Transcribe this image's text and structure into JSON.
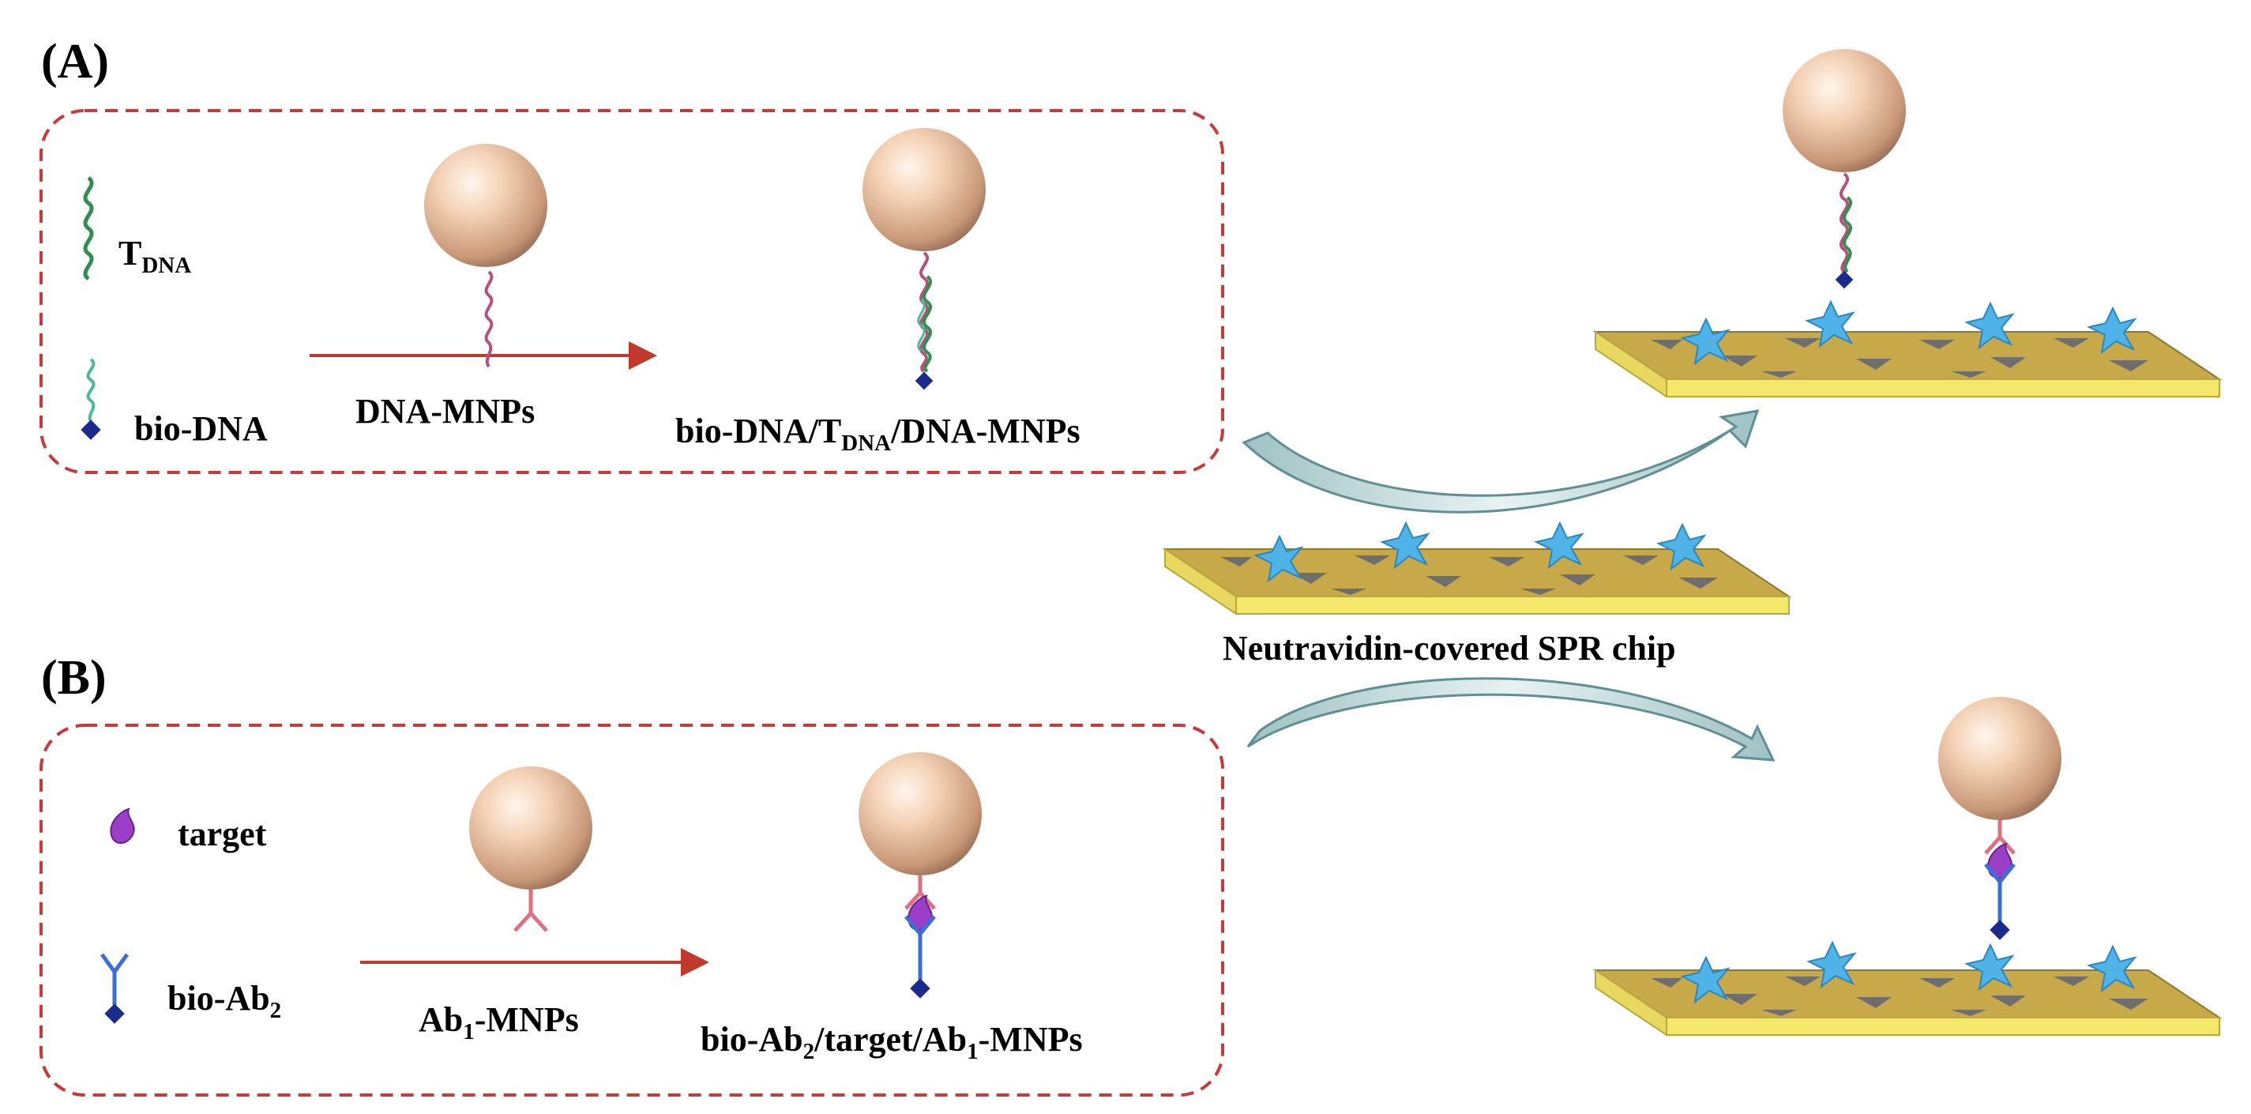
{
  "panel_a": {
    "label": "(A)",
    "tdna": {
      "main": "T",
      "sub": "DNA"
    },
    "bio_dna": "bio-DNA",
    "arrow_label": "DNA-MNPs",
    "product": {
      "p1": "bio-DNA/T",
      "p1_sub": "DNA",
      "p2": "/DNA-MNPs"
    }
  },
  "panel_b": {
    "label": "(B)",
    "target": "target",
    "bio_ab2": {
      "main": "bio-Ab",
      "sub": "2"
    },
    "arrow_label": {
      "main": "Ab",
      "sub": "1",
      "rest": "-MNPs"
    },
    "product": {
      "p1": "bio-Ab",
      "p1_sub": "2",
      "p2": "/target/Ab",
      "p2_sub": "1",
      "p3": "-MNPs"
    }
  },
  "center": {
    "chip_label": "Neutravidin-covered SPR chip"
  },
  "colors": {
    "box_border": "#c83a3a",
    "arrow": "#c0392b",
    "bead": "#f0c8a8",
    "chip_top": "#c8a94a",
    "chip_side": "#f5e76a",
    "neutravidin": "#4fb3e8",
    "dna_green": "#2f8f4e",
    "dna_pink": "#b8507a",
    "biotin": "#1a2b8c",
    "antibody_blue": "#3a6fd8",
    "antibody_pink": "#e07080",
    "target_purple": "#9b3fc9"
  }
}
